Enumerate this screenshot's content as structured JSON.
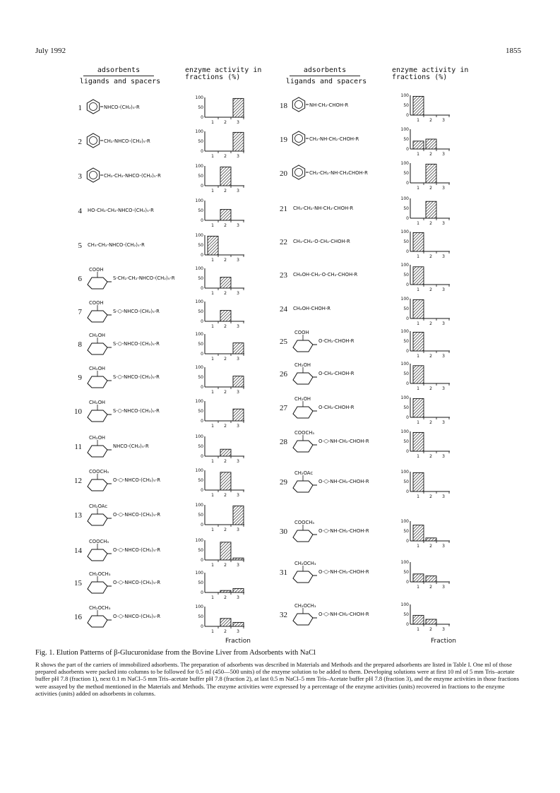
{
  "header": {
    "date": "July 1992",
    "page": "1855"
  },
  "columns": {
    "adsorbents": "adsorbents",
    "ligands": "ligands and spacers",
    "activity_line1": "enzyme activity in",
    "activity_line2": "fractions (%)"
  },
  "fraction_label": "Fraction",
  "caption": {
    "title": "Fig. 1.  Elution Patterns of β-Glucuronidase from the Bovine Liver from Adsorbents with NaCl",
    "body": "R shows the part of the carriers of immobilized adsorbents. The preparation of adsorbents was described in Materials and Methods and the prepared adsorbents are listed in Table I. One ml of those prepared adsorbents were packed into columns to be followed for 0.5 ml (450—500 units) of the enzyme solution to be added to them. Developing solutions were at first 10 ml of 5 mm Tris–acetate buffer pH 7.8 (fraction 1), next 0.1 m NaCl–5 mm Tris–acetate buffer pH 7.8 (fraction 2), at last 0.5 m NaCl–5 mm Tris–Acetate buffer pH 7.8 (fraction 3), and the enzyme activities in those fractions were assayed by the method mentioned in the Materials and Methods. The enzyme activities were expressed by a percentage of the enzyme activities (units) recovered in fractions to the enzyme activities (units) added on adsorbents in columns."
  },
  "axis": {
    "ticks_y": [
      "100",
      "50",
      "0"
    ],
    "ticks_x": [
      "1",
      "2",
      "3"
    ]
  },
  "entries": [
    {
      "n": "1",
      "label": "NHCO-(CH₂)₅-R",
      "kind": "benzene"
    },
    {
      "n": "2",
      "label": "CH₂-NHCO-(CH₂)₅-R",
      "kind": "benzene"
    },
    {
      "n": "3",
      "label": "CH₂-CH₂-NHCO-(CH₂)₅-R",
      "kind": "benzene"
    },
    {
      "n": "4",
      "label": "HO-CH₂-CH₂-NHCO-(CH₂)₅-R",
      "kind": "text"
    },
    {
      "n": "5",
      "label": "CH₃-CH₂-NHCO-(CH₂)₅-R",
      "kind": "text"
    },
    {
      "n": "6",
      "label": "S-CH₂-CH₂-NHCO-(CH₂)₅-R",
      "kind": "sugar",
      "top": "COOH"
    },
    {
      "n": "7",
      "label": "S-⬡-NHCO-(CH₂)₅-R",
      "kind": "sugar",
      "top": "COOH"
    },
    {
      "n": "8",
      "label": "S-⬡-NHCO-(CH₂)₅-R",
      "kind": "sugar",
      "top": "CH₂OH"
    },
    {
      "n": "9",
      "label": "S-⬡-NHCO-(CH₂)₅-R",
      "kind": "sugar",
      "top": "CH₂OH"
    },
    {
      "n": "10",
      "label": "S-⬡-NHCO-(CH₂)₅-R",
      "kind": "sugar",
      "top": "CH₂OH"
    },
    {
      "n": "11",
      "label": "NHCO-(CH₂)₅-R",
      "kind": "sugar",
      "top": "CH₂OH"
    },
    {
      "n": "12",
      "label": "O-⬡-NHCO-(CH₂)₅-R",
      "kind": "sugar",
      "top": "COOCH₃"
    },
    {
      "n": "13",
      "label": "O-⬡-NHCO-(CH₂)₅-R",
      "kind": "sugar",
      "top": "CH₂OAc"
    },
    {
      "n": "14",
      "label": "O-⬡-NHCO-(CH₂)₅-R",
      "kind": "sugar",
      "top": "COOCH₃"
    },
    {
      "n": "15",
      "label": "O-⬡-NHCO-(CH₂)₅-R",
      "kind": "sugar",
      "top": "CH₂OCH₃"
    },
    {
      "n": "16",
      "label": "O-⬡-NHCO-(CH₂)₅-R",
      "kind": "sugar",
      "top": "CH₂OCH₃"
    },
    {
      "n": "18",
      "label": "NH-CH₂-CHOH-R",
      "kind": "benzene"
    },
    {
      "n": "19",
      "label": "CH₂-NH-CH₂-CHOH-R",
      "kind": "benzene"
    },
    {
      "n": "20",
      "label": "CH₂-CH₂-NH-CH₂CHOH-R",
      "kind": "benzene"
    },
    {
      "n": "21",
      "label": "CH₃-CH₂-NH-CH₂-CHOH-R",
      "kind": "text"
    },
    {
      "n": "22",
      "label": "CH₃-CH₂-O-CH₂-CHOH-R",
      "kind": "text"
    },
    {
      "n": "23",
      "label": "CH₂OH-CH₂-O-CH₂-CHOH-R",
      "kind": "text"
    },
    {
      "n": "24",
      "label": "CH₂OH-CHOH-R",
      "kind": "text"
    },
    {
      "n": "25",
      "label": "O-CH₂-CHOH-R",
      "kind": "sugar",
      "top": "COOH"
    },
    {
      "n": "26",
      "label": "O-CH₂-CHOH-R",
      "kind": "sugar",
      "top": "CH₂OH"
    },
    {
      "n": "27",
      "label": "O-CH₂-CHOH-R",
      "kind": "sugar",
      "top": "CH₂OH"
    },
    {
      "n": "28",
      "label": "O-⬡-NH-CH₂-CHOH-R",
      "kind": "sugar",
      "top": "COOCH₃"
    },
    {
      "n": "29",
      "label": "O-⬡-NH-CH₂-CHOH-R",
      "kind": "sugar",
      "top": "CH₂OAc"
    },
    {
      "n": "30",
      "label": "O-⬡-NH-CH₂-CHOH-R",
      "kind": "sugar",
      "top": "COOCH₃"
    },
    {
      "n": "31",
      "label": "O-⬡-NH-CH₂-CHOH-R",
      "kind": "sugar",
      "top": "CH₂OCH₃"
    },
    {
      "n": "32",
      "label": "O-⬡-NH-CH₂-CHOH-R",
      "kind": "sugar",
      "top": "CH₂OCH₃"
    }
  ],
  "chart_data": {
    "type": "bar",
    "categories": [
      "1",
      "2",
      "3"
    ],
    "xlabel": "Fraction",
    "ylabel": "enzyme activity in fractions (%)",
    "ylim": [
      0,
      100
    ],
    "series": [
      {
        "name": "1",
        "values": [
          0,
          0,
          95
        ]
      },
      {
        "name": "2",
        "values": [
          0,
          0,
          95
        ]
      },
      {
        "name": "3",
        "values": [
          0,
          95,
          0
        ]
      },
      {
        "name": "4",
        "values": [
          0,
          55,
          0
        ]
      },
      {
        "name": "5",
        "values": [
          95,
          0,
          0
        ]
      },
      {
        "name": "6",
        "values": [
          0,
          55,
          0
        ]
      },
      {
        "name": "7",
        "values": [
          0,
          55,
          0
        ]
      },
      {
        "name": "8",
        "values": [
          0,
          0,
          55
        ]
      },
      {
        "name": "9",
        "values": [
          0,
          0,
          55
        ]
      },
      {
        "name": "10",
        "values": [
          0,
          0,
          60
        ]
      },
      {
        "name": "11",
        "values": [
          0,
          35,
          0
        ]
      },
      {
        "name": "12",
        "values": [
          0,
          90,
          0
        ]
      },
      {
        "name": "13",
        "values": [
          0,
          0,
          95
        ]
      },
      {
        "name": "14",
        "values": [
          0,
          90,
          10
        ]
      },
      {
        "name": "15",
        "values": [
          0,
          10,
          20
        ]
      },
      {
        "name": "16",
        "values": [
          0,
          40,
          20
        ]
      },
      {
        "name": "18",
        "values": [
          95,
          0,
          0
        ]
      },
      {
        "name": "19",
        "values": [
          40,
          50,
          0
        ]
      },
      {
        "name": "20",
        "values": [
          0,
          95,
          0
        ]
      },
      {
        "name": "21",
        "values": [
          0,
          85,
          0
        ]
      },
      {
        "name": "22",
        "values": [
          95,
          0,
          0
        ]
      },
      {
        "name": "23",
        "values": [
          90,
          0,
          0
        ]
      },
      {
        "name": "24",
        "values": [
          95,
          0,
          0
        ]
      },
      {
        "name": "25",
        "values": [
          95,
          0,
          0
        ]
      },
      {
        "name": "26",
        "values": [
          90,
          0,
          0
        ]
      },
      {
        "name": "27",
        "values": [
          95,
          0,
          0
        ]
      },
      {
        "name": "28",
        "values": [
          95,
          0,
          0
        ]
      },
      {
        "name": "29",
        "values": [
          95,
          0,
          0
        ]
      },
      {
        "name": "30",
        "values": [
          80,
          15,
          0
        ]
      },
      {
        "name": "31",
        "values": [
          40,
          30,
          0
        ]
      },
      {
        "name": "32",
        "values": [
          45,
          25,
          0
        ]
      }
    ]
  }
}
